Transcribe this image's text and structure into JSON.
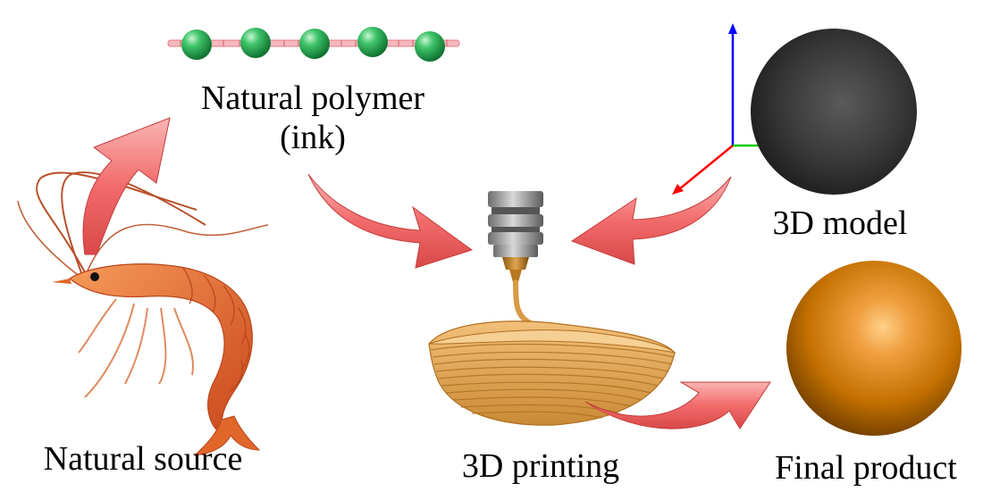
{
  "labels": {
    "natural_polymer_line1": "Natural polymer",
    "natural_polymer_line2": "(ink)",
    "model_3d": "3D model",
    "natural_source": "Natural source",
    "printing_3d": "3D printing",
    "final_product": "Final product"
  },
  "icons": {
    "polymer_chain": "polymer-chain-icon",
    "shrimp": "shrimp-icon",
    "nozzle": "printer-nozzle-icon",
    "bowl": "printed-bowl-icon",
    "model_sphere": "sphere-model-icon",
    "product_sphere": "product-sphere-icon",
    "axes": "xyz-axes-icon",
    "arrow": "curved-arrow-icon"
  },
  "colors": {
    "arrow_fill": "#f26b6b",
    "arrow_edge": "#c43d3d",
    "bead_green": "#1fa84f",
    "chain_pink": "#f29aa0",
    "model_sphere": "#3a3a3a",
    "product_sphere": "#e08a10",
    "bowl": "#d99a45",
    "shrimp": "#e0662a",
    "axis_x": "#ff0000",
    "axis_y": "#00cc00",
    "axis_z": "#0000ff"
  }
}
